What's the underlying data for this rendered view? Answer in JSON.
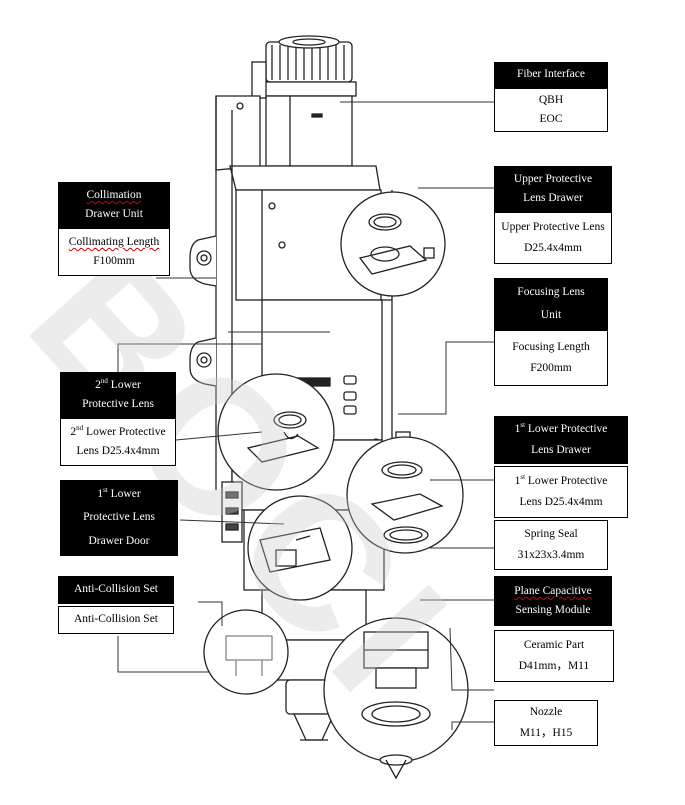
{
  "watermark": "BOCI",
  "labels": {
    "fiber_interface": {
      "title": "Fiber Interface",
      "line1": "QBH",
      "line2": "EOC"
    },
    "collimation": {
      "title1": "Collimation",
      "title2": "Drawer Unit",
      "line1": "Collimating Length",
      "line2": "F100mm"
    },
    "upper_protective": {
      "title1": "Upper Protective",
      "title2": "Lens Drawer",
      "line1": "Upper Protective Lens",
      "line2": "D25.4x4mm"
    },
    "focusing": {
      "title1": "Focusing Lens",
      "title2": "Unit",
      "line1": "Focusing Length",
      "line2": "F200mm"
    },
    "second_lower": {
      "title_sup": "nd",
      "title_num": "2",
      "title1_rest": " Lower",
      "title2": "Protective Lens",
      "line1_num": "2",
      "line1_sup": "nd",
      "line1_rest": " Lower Protective",
      "line2": "Lens D25.4x4mm"
    },
    "first_lower_drawer": {
      "title_num": "1",
      "title_sup": "st",
      "title1_rest": " Lower Protective",
      "title2": "Lens Drawer",
      "line1_num": "1",
      "line1_sup": "st",
      "line1_rest": " Lower Protective",
      "line2": "Lens D25.4x4mm"
    },
    "spring_seal": {
      "line1": "Spring Seal",
      "line2": "31x23x3.4mm"
    },
    "first_lower_door": {
      "title_num": "1",
      "title_sup": "st",
      "title1_rest": " Lower",
      "title2": "Protective Lens",
      "title3": "Drawer Door"
    },
    "anti_collision": {
      "title": "Anti-Collision Set",
      "line1": "Anti-Collision Set"
    },
    "plane_capacitive": {
      "title1": "Plane Capacitive",
      "title2": "Sensing Module"
    },
    "ceramic": {
      "line1": "Ceramic Part",
      "line2": "D41mm，M11"
    },
    "nozzle": {
      "line1": "Nozzle",
      "line2": "M11，H15"
    }
  }
}
